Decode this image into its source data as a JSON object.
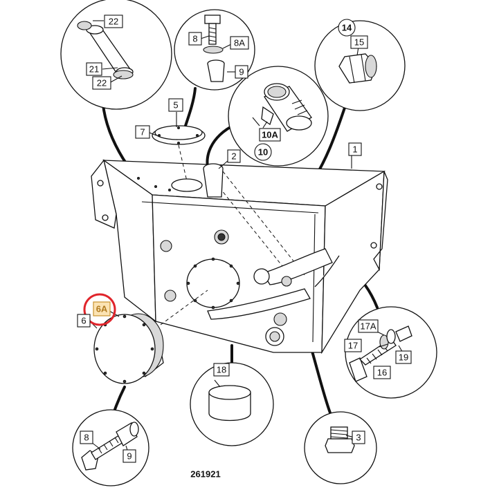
{
  "drawing_number": "261921",
  "callouts": {
    "c1": "1",
    "c2": "2",
    "c3": "3",
    "c5": "5",
    "c6": "6",
    "c6a": "6A",
    "c7": "7",
    "c8a": "8",
    "c8b": "8",
    "c8ab": "8A",
    "c9a": "9",
    "c9b": "9",
    "c10": "10",
    "c10a": "10A",
    "c14": "14",
    "c15": "15",
    "c16": "16",
    "c17": "17",
    "c17a": "17A",
    "c18": "18",
    "c19": "19",
    "c21": "21",
    "c22a": "22",
    "c22b": "22"
  },
  "highlight": {
    "target": "6A",
    "ring_color": "#e0242b",
    "label_color": "#b07a1e",
    "fill_color": "#fbe3b3"
  }
}
